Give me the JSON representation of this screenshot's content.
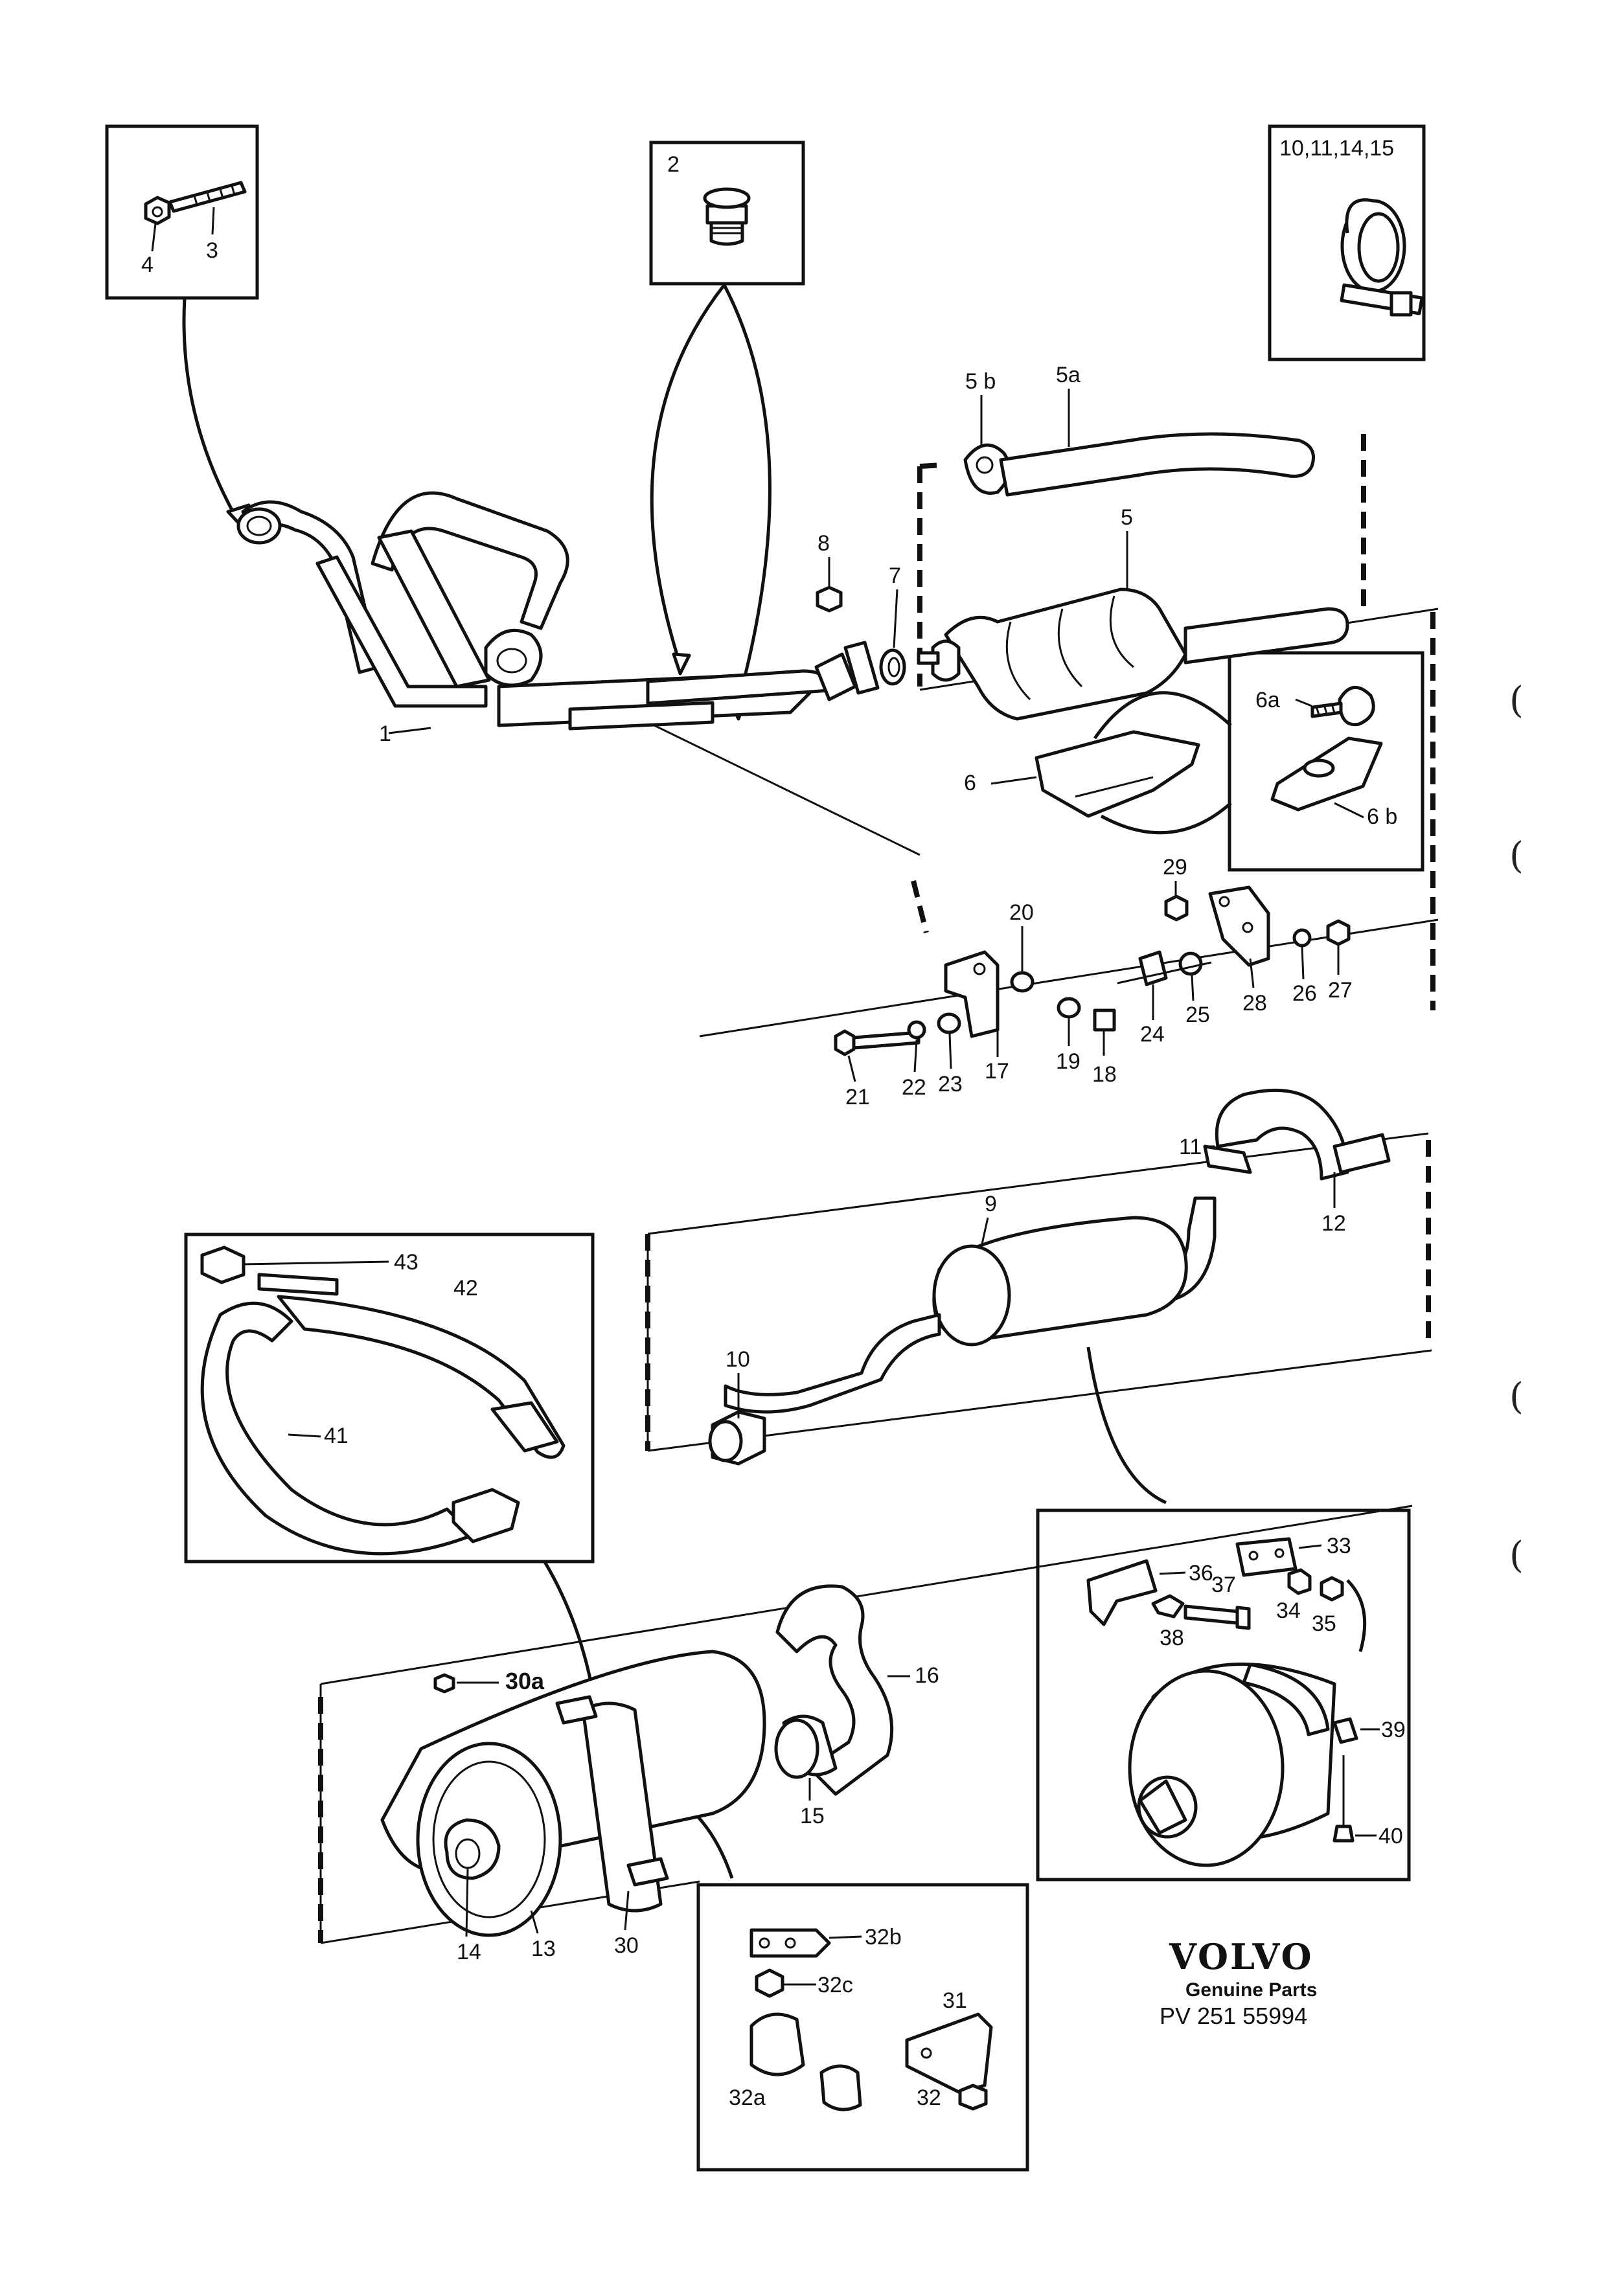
{
  "labels": {
    "l1": "1",
    "l2": "2",
    "l3": "3",
    "l4": "4",
    "l5": "5",
    "l5a": "5a",
    "l5b": "5 b",
    "l6": "6",
    "l6a": "6a",
    "l6b": "6 b",
    "l7": "7",
    "l8": "8",
    "l9": "9",
    "l10": "10",
    "l101115": "10,11,14,15",
    "l11": "11",
    "l12": "12",
    "l13": "13",
    "l14": "14",
    "l15": "15",
    "l16": "16",
    "l17": "17",
    "l18": "18",
    "l19": "19",
    "l20": "20",
    "l21": "21",
    "l22": "22",
    "l23": "23",
    "l24": "24",
    "l25": "25",
    "l26": "26",
    "l27": "27",
    "l28": "28",
    "l29": "29",
    "l30": "30",
    "l30a": "30a",
    "l31": "31",
    "l32": "32",
    "l32a": "32a",
    "l32b": "32b",
    "l32c": "32c",
    "l33": "33",
    "l34": "34",
    "l35": "35",
    "l36": "36",
    "l37": "37",
    "l38": "38",
    "l39": "39",
    "l40": "40",
    "l41": "41",
    "l42": "42",
    "l43": "43"
  },
  "brand": {
    "name": "VOLVO",
    "tagline": "Genuine Parts",
    "code": "PV 251 55994"
  },
  "margin_marks": [
    "(",
    "(",
    "(",
    "("
  ]
}
